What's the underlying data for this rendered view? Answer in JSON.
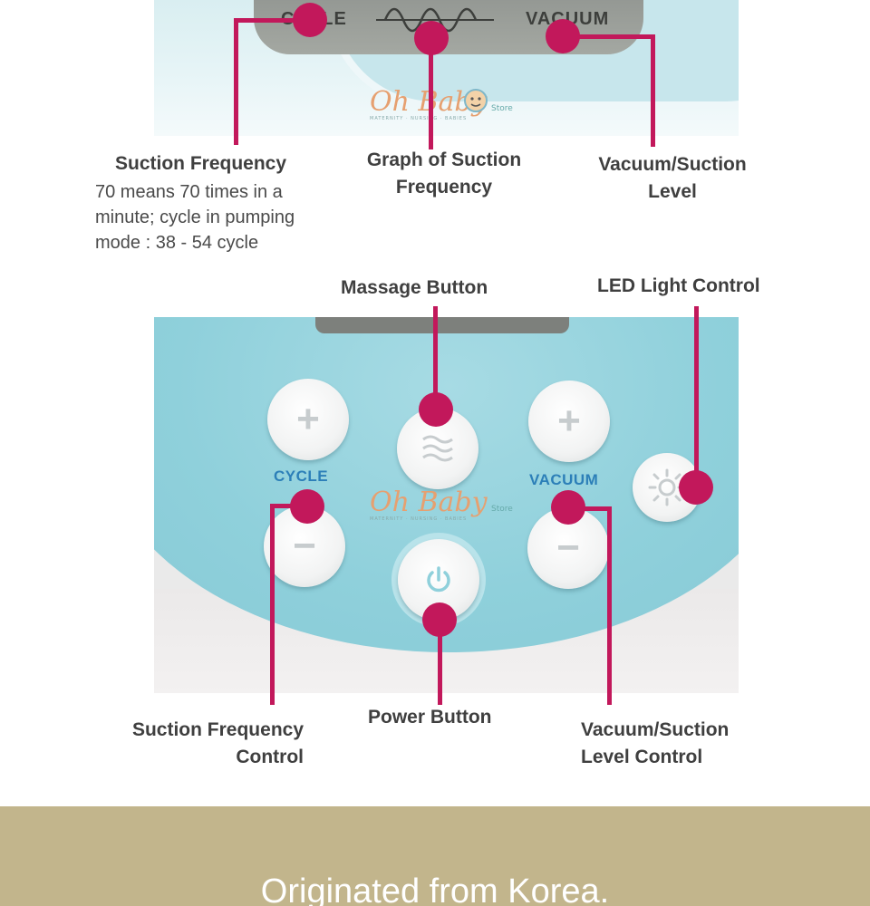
{
  "top_photo": {
    "lcd_left": "CYCLE",
    "lcd_right": "VACUUM",
    "watermark": {
      "main": "Oh Baby",
      "sub": "MATERNITY · NURSING · BABIES",
      "tag": "Store"
    }
  },
  "top_labels": {
    "suction_frequency": {
      "title": "Suction Frequency",
      "description_line1": "70 means 70 times in a",
      "description_line2": "minute; cycle in pumping",
      "description_line3": "mode : 38 - 54 cycle"
    },
    "graph": {
      "line1": "Graph of Suction",
      "line2": "Frequency"
    },
    "vacuum": {
      "line1": "Vacuum/Suction",
      "line2": "Level"
    }
  },
  "middle_labels": {
    "massage": "Massage Button",
    "led": "LED Light Control"
  },
  "bottom_photo": {
    "cycle_text": "CYCLE",
    "vacuum_text": "VACUUM",
    "plus": "+",
    "minus": "−",
    "watermark": {
      "main": "Oh Baby",
      "sub": "MATERNITY · NURSING · BABIES",
      "tag": "Store"
    }
  },
  "bottom_labels": {
    "frequency_control": {
      "line1": "Suction Frequency",
      "line2": "Control"
    },
    "power": "Power Button",
    "vacuum_control": {
      "line1": "Vacuum/Suction",
      "line2": "Level Control"
    }
  },
  "footer": {
    "text": "Originated from Korea."
  },
  "colors": {
    "accent": "#c2185b",
    "panel": "#8fd0db",
    "footer": "#c2b58c",
    "panel_text": "#2c7fb8"
  }
}
